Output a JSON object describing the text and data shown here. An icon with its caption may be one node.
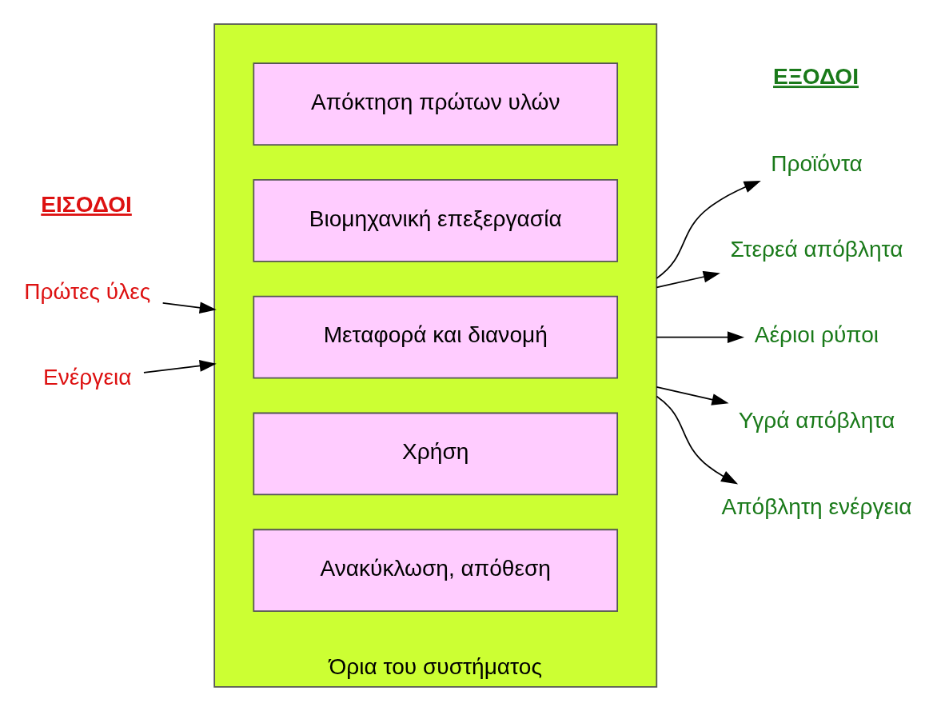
{
  "diagram": {
    "nodes": [
      {
        "text": [
          "Όρια του συστήματος"
        ]
      },
      {
        "text": [
          "Απόκτηση πρώτων υλών"
        ],
        "in": 0
      },
      {
        "text": [
          "Βιομηχανική επεξεργασία"
        ],
        "in": 0
      },
      {
        "text": [
          "Μεταφορά και διανομή"
        ],
        "in": 0
      },
      {
        "text": [
          "Χρήση"
        ],
        "in": 0
      },
      {
        "text": [
          "Ανακύκλωση, απόθεση"
        ],
        "in": 0
      },
      {
        "text": [
          "Πρώτες ύλες"
        ]
      },
      {
        "text": [
          "Ενέργεια"
        ]
      },
      {
        "text": [
          "Προϊόντα"
        ]
      },
      {
        "text": [
          "Στερεά απόβλητα"
        ]
      },
      {
        "text": [
          "Αέριοι ρύποι"
        ]
      },
      {
        "text": [
          "Υγρά απόβλητα"
        ]
      },
      {
        "text": [
          "Απόβλητη ενέργεια"
        ]
      }
    ],
    "edges": [
      {
        "from": 6,
        "to": 0,
        "arrow": "to"
      },
      {
        "from": 7,
        "to": 0,
        "arrow": "to"
      },
      {
        "from": 0,
        "to": 8,
        "arrow": "to"
      },
      {
        "from": 0,
        "to": 9,
        "arrow": "to"
      },
      {
        "from": 0,
        "to": 10,
        "arrow": "to"
      },
      {
        "from": 0,
        "to": 11,
        "arrow": "to"
      },
      {
        "from": 0,
        "to": 12,
        "arrow": "to"
      }
    ],
    "labels": [
      "ΕΙΣΟΔΟΙ",
      "ΕΞΟΔΟΙ"
    ]
  }
}
